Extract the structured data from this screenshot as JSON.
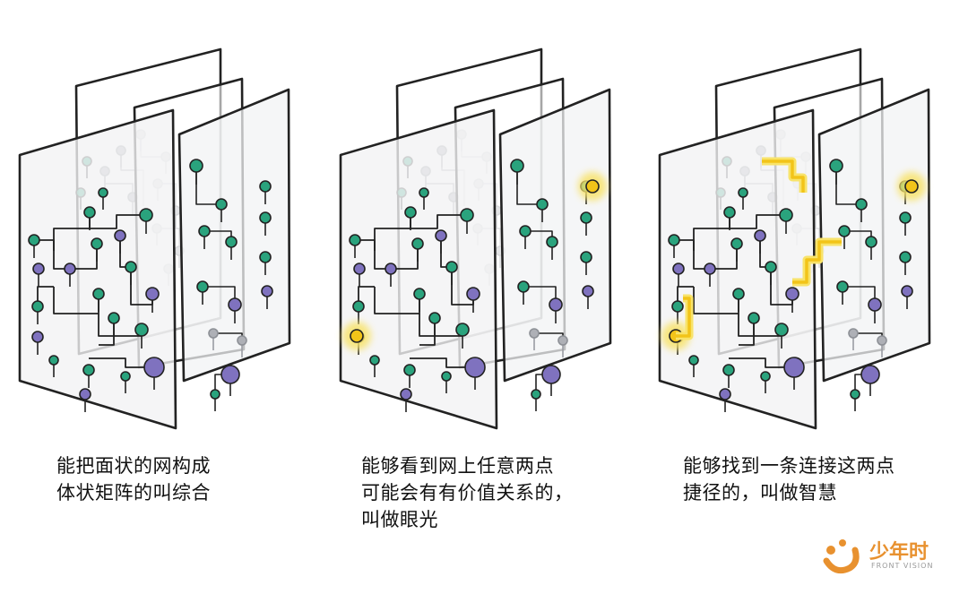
{
  "captions": [
    {
      "lines": [
        "能把面状的网构成",
        "体状矩阵的叫综合"
      ]
    },
    {
      "lines": [
        "能够看到网上任意两点",
        "可能会有有价值关系的，",
        "叫做眼光"
      ]
    },
    {
      "lines": [
        "能够找到一条连接这两点",
        "捷径的，叫做智慧"
      ]
    }
  ],
  "logo": {
    "brand": "少年时",
    "sub": "FRONT VISION"
  },
  "colors": {
    "green": "#2aa37d",
    "purple": "#7f72bf",
    "gray": "#aeb0b6",
    "highlight": "#f2c419",
    "highlight_glow": "#f8e36a",
    "brand_orange": "#e8912f",
    "ink": "#222222",
    "panel_fill": "#f2f3f4"
  },
  "panels": [
    {
      "highlight_nodes": false,
      "highlight_path": false
    },
    {
      "highlight_nodes": true,
      "highlight_path": false
    },
    {
      "highlight_nodes": true,
      "highlight_path": true
    }
  ]
}
